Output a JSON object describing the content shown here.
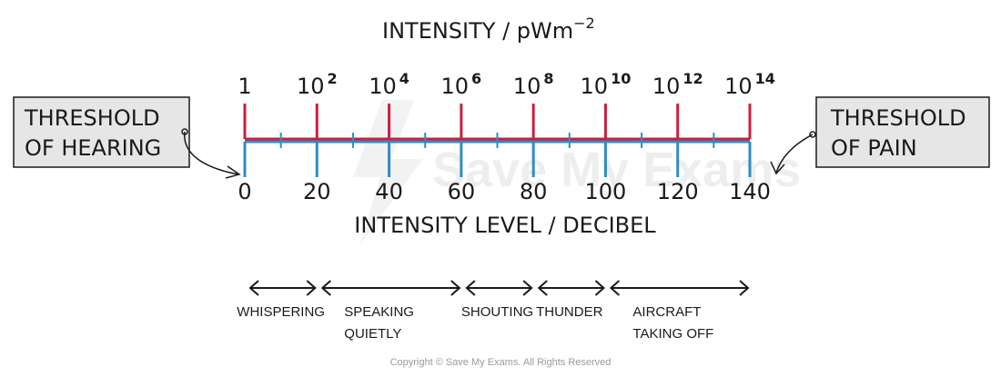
{
  "diagram": {
    "top_axis_title": "INTENSITY / pWm",
    "top_axis_title_exp": "−2",
    "bottom_axis_title": "INTENSITY LEVEL / DECIBEL",
    "intensity_ticks": [
      {
        "base": "1",
        "exp": ""
      },
      {
        "base": "10",
        "exp": "2"
      },
      {
        "base": "10",
        "exp": "4"
      },
      {
        "base": "10",
        "exp": "6"
      },
      {
        "base": "10",
        "exp": "8"
      },
      {
        "base": "10",
        "exp": "10"
      },
      {
        "base": "10",
        "exp": "12"
      },
      {
        "base": "10",
        "exp": "14"
      }
    ],
    "decibel_ticks": [
      "0",
      "20",
      "40",
      "60",
      "80",
      "100",
      "120",
      "140"
    ],
    "left_label": [
      "THRESHOLD",
      "OF HEARING"
    ],
    "right_label": [
      "THRESHOLD",
      "OF PAIN"
    ],
    "ranges": [
      {
        "from": 0,
        "to": 20,
        "label": [
          "WHISPERING"
        ]
      },
      {
        "from": 20,
        "to": 60,
        "label": [
          "SPEAKING",
          "QUIETLY"
        ]
      },
      {
        "from": 60,
        "to": 80,
        "label": [
          "SHOUTING"
        ]
      },
      {
        "from": 80,
        "to": 100,
        "label": [
          "THUNDER"
        ]
      },
      {
        "from": 100,
        "to": 140,
        "label": [
          "AIRCRAFT",
          "TAKING OFF"
        ]
      }
    ],
    "colors": {
      "intensity_line": "#cc1f3f",
      "decibel_line": "#2d8ec4",
      "box_fill": "#e6e6e6",
      "text": "#1a1a1a"
    },
    "watermark": "Save My Exams",
    "copyright": "Copyright © Save My Exams. All Rights Reserved"
  }
}
